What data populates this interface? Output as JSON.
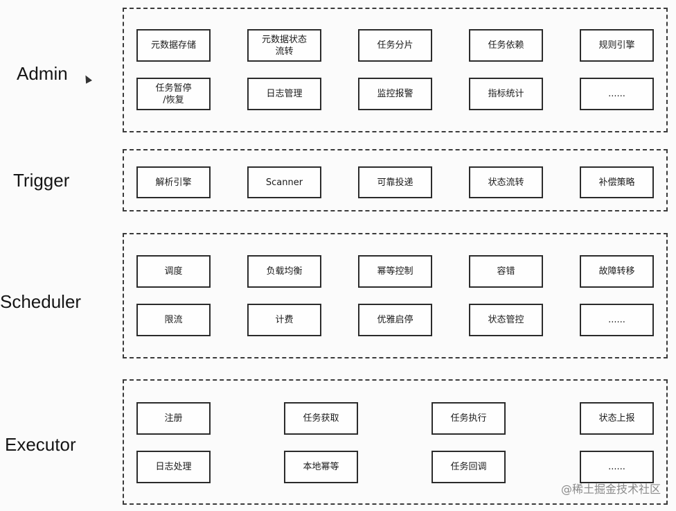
{
  "layers": [
    {
      "name": "Admin",
      "rows": [
        [
          "元数据存储",
          "元数据状态\n流转",
          "任务分片",
          "任务依赖",
          "规则引擎"
        ],
        [
          "任务暂停\n/恢复",
          "日志管理",
          "监控报警",
          "指标统计",
          "......"
        ]
      ]
    },
    {
      "name": "Trigger",
      "rows": [
        [
          "解析引擎",
          "Scanner",
          "可靠投递",
          "状态流转",
          "补偿策略"
        ]
      ]
    },
    {
      "name": "Scheduler",
      "rows": [
        [
          "调度",
          "负载均衡",
          "幂等控制",
          "容错",
          "故障转移"
        ],
        [
          "限流",
          "计费",
          "优雅启停",
          "状态管控",
          "......"
        ]
      ]
    },
    {
      "name": "Executor",
      "rows": [
        [
          "注册",
          "任务获取",
          "任务执行",
          "状态上报"
        ],
        [
          "日志处理",
          "本地幂等",
          "任务回调",
          "......"
        ]
      ]
    }
  ],
  "watermark": "@稀土掘金技术社区"
}
